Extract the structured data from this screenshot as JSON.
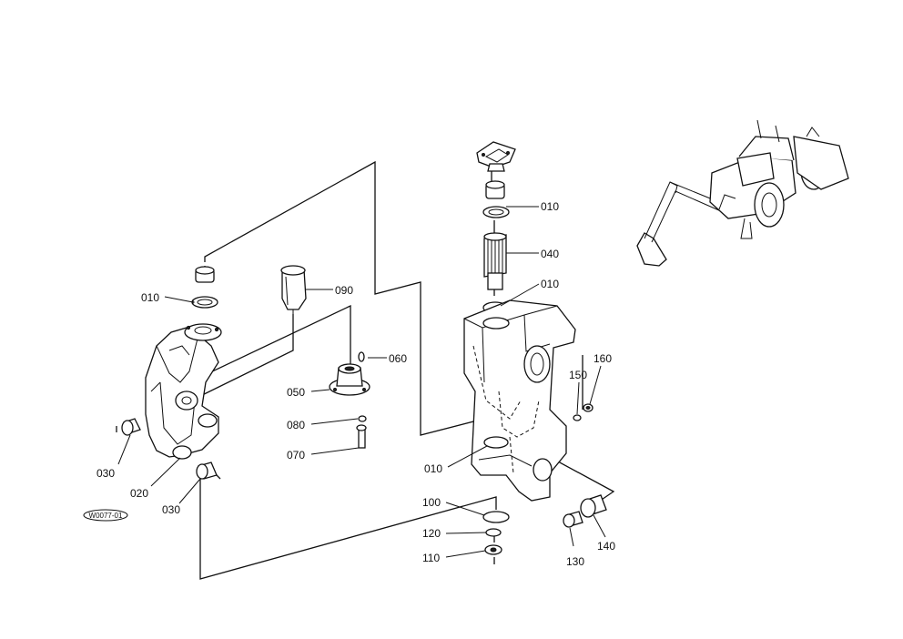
{
  "diagram_tag": "W0077-01",
  "labels": {
    "p010a": "010",
    "p010b": "010",
    "p010c": "010",
    "p010d": "010",
    "p020": "020",
    "p030a": "030",
    "p030b": "030",
    "p040": "040",
    "p050": "050",
    "p060": "060",
    "p070": "070",
    "p080": "080",
    "p090": "090",
    "p100": "100",
    "p110": "110",
    "p120": "120",
    "p130": "130",
    "p140": "140",
    "p150": "150",
    "p160": "160"
  }
}
